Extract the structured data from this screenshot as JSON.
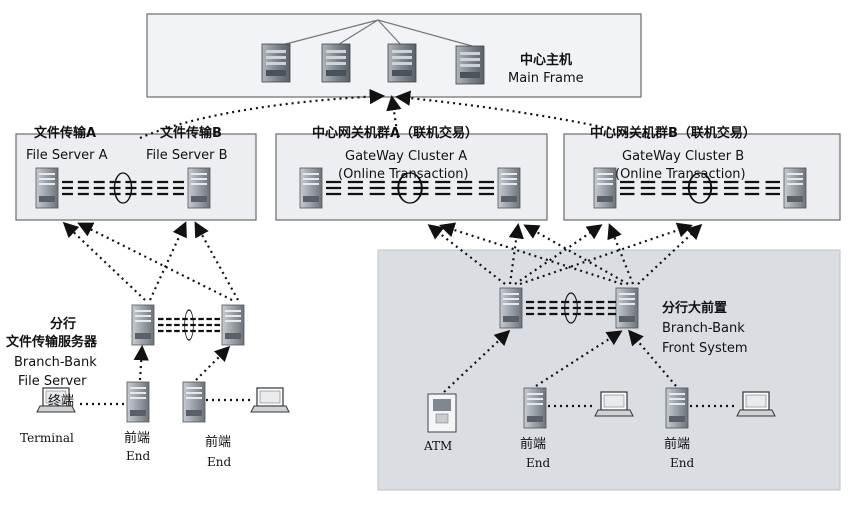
{
  "mainframe": {
    "label_cn": "中心主机",
    "label_en": "Main Frame"
  },
  "file_server_a": {
    "label_cn": "文件传输A",
    "label_en": "File Server A"
  },
  "file_server_b": {
    "label_cn": "文件传输B",
    "label_en": "File Server B"
  },
  "gateway_a": {
    "label_cn": "中心网关机群A（联机交易）",
    "label_en1": "GateWay Cluster A",
    "label_en2": "(Online Transaction)"
  },
  "gateway_b": {
    "label_cn": "中心网关机群B（联机交易）",
    "label_en1": "GateWay Cluster B",
    "label_en2": "(Online Transaction)"
  },
  "branch_file_server": {
    "label_cn1": "分行",
    "label_cn2": "文件传输服务器",
    "label_en1": "Branch-Bank",
    "label_en2": "File Server"
  },
  "branch_front": {
    "label_cn": "分行大前置",
    "label_en1": "Branch-Bank",
    "label_en2": "Front System"
  },
  "terminal": {
    "screen_text": "终端",
    "label": "Terminal"
  },
  "ends": [
    {
      "label_cn": "前端",
      "label_en": "End"
    },
    {
      "label_cn": "前端",
      "label_en": "End"
    },
    {
      "label_cn": "前端",
      "label_en": "End"
    },
    {
      "label_cn": "前端",
      "label_en": "End"
    }
  ],
  "atm": {
    "label": "ATM"
  },
  "colors": {
    "box_fill": "#f1f3f6",
    "box_stroke": "#6b6b6b",
    "region_fill": "#dadde2",
    "server_fill": "#9aa0a8",
    "server_dark": "#6d737b",
    "mainframe_fill": "#7e868f",
    "line": "#111111"
  }
}
